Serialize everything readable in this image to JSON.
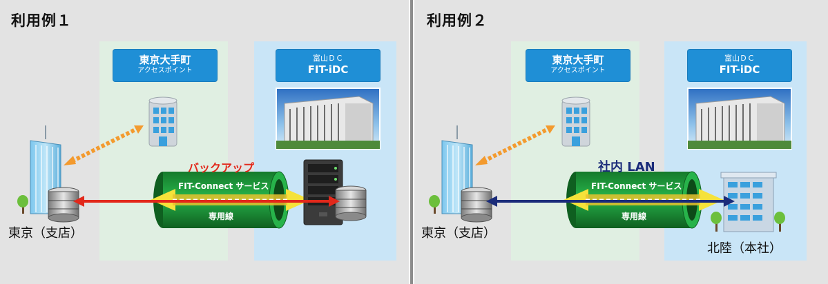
{
  "panel1": {
    "title": "利用例１",
    "access_point": {
      "name": "東京大手町",
      "sub": "アクセスポイント"
    },
    "datacenter": {
      "line1": "富山ＤＣ",
      "line2": "FIT-iDC"
    },
    "service": {
      "label": "FIT-Connect サービス",
      "sub": "専用線"
    },
    "tag": "バックアップ",
    "left_location": "東京（支店）"
  },
  "panel2": {
    "title": "利用例２",
    "access_point": {
      "name": "東京大手町",
      "sub": "アクセスポイント"
    },
    "datacenter": {
      "line1": "富山ＤＣ",
      "line2": "FIT-iDC"
    },
    "service": {
      "label": "FIT-Connect サービス",
      "sub": "専用線"
    },
    "tag": "社内 LAN",
    "left_location": "東京（支店）",
    "right_location": "北陸（本社）"
  },
  "colors": {
    "panel_bg": "#e3e3e3",
    "access_zone": "#e0efe2",
    "dc_zone": "#c9e5f7",
    "label_box": "#1f8fd6",
    "pipe": "#1f9a3a",
    "backup_arrow": "#e2281b",
    "lan_arrow": "#1b2c7a",
    "dashed_link": "#f39a2e"
  }
}
